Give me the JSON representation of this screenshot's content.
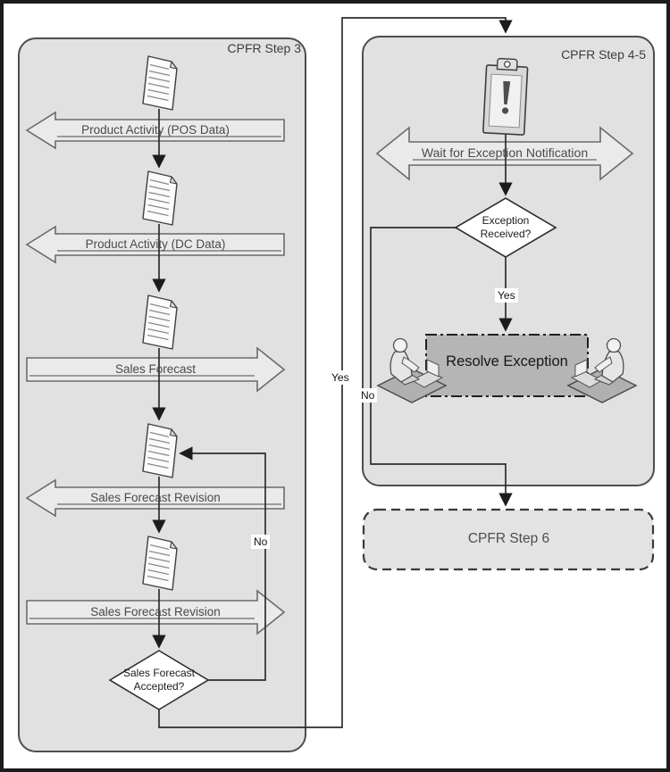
{
  "left_panel": {
    "title": "CPFR Step 3",
    "banners": [
      "Product Activity (POS Data)",
      "Product Activity (DC Data)",
      "Sales Forecast",
      "Sales Forecast Revision",
      "Sales Forecast Revision"
    ],
    "banner_directions": [
      "left",
      "left",
      "right",
      "left",
      "right"
    ],
    "documents": [
      "document-icon",
      "document-icon",
      "document-icon",
      "document-icon",
      "document-icon"
    ],
    "decision": {
      "line1": "Sales Forecast",
      "line2": "Accepted?"
    },
    "yes_label": "Yes",
    "no_label": "No"
  },
  "right_panel": {
    "title": "CPFR Step 4-5",
    "notification_icon": "exception-clipboard-icon",
    "banner": "Wait for Exception Notification",
    "decision": {
      "line1": "Exception",
      "line2": "Received?"
    },
    "yes_label": "Yes",
    "no_label": "No",
    "process": "Resolve Exception",
    "people": [
      "person-at-desk-icon",
      "person-at-desk-icon"
    ]
  },
  "terminator": {
    "label": "CPFR Step 6"
  },
  "colors": {
    "panel_fill": "#e1e1e1",
    "panel_border": "#4d4d4d",
    "banner_fill": "#eaeaea",
    "banner_border": "#6a6a6a",
    "document_fill": "#fbfbfb",
    "decision_fill": "#ffffff",
    "process_fill": "#b5b5b5",
    "terminator_fill": "#e3e3e3",
    "connector": "#2d2d2d",
    "label_text": "#4a4a4a",
    "frame": "#1c1c1c"
  }
}
